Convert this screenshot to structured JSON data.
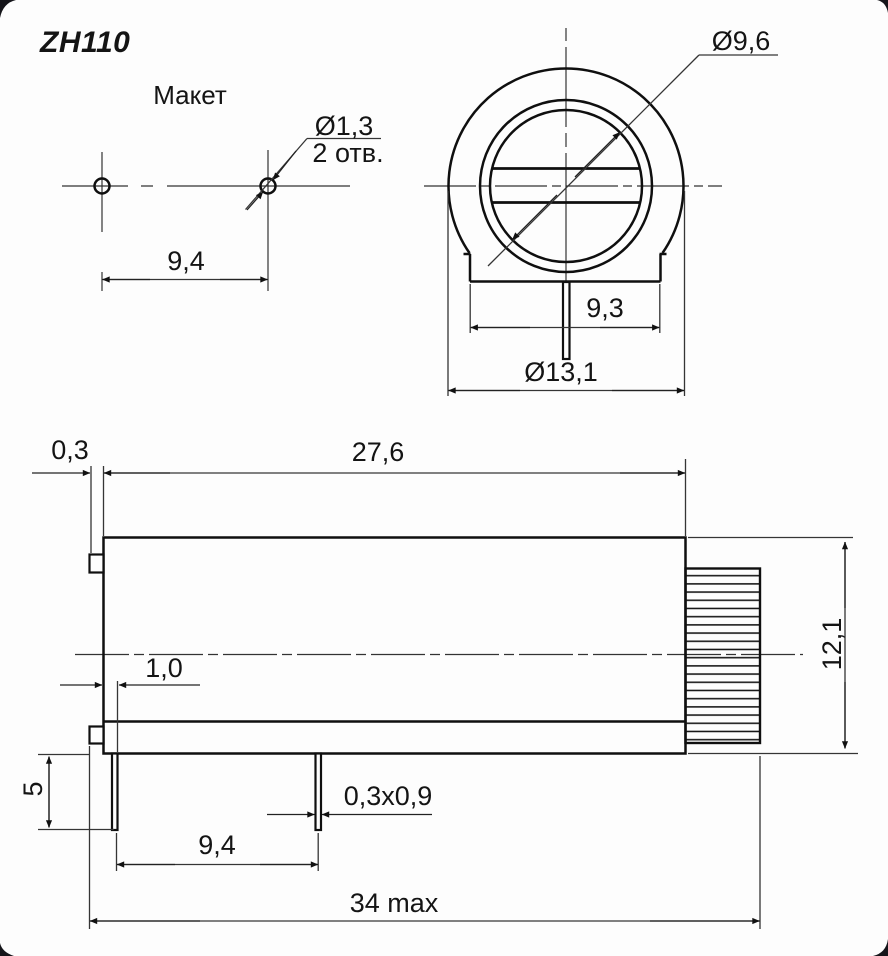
{
  "title": "ZH110",
  "subtitle": "Макет",
  "views": {
    "hole_layout": {
      "spacing": "9,4",
      "hole_dia": "Ø1,3",
      "hole_qty": "2 отв."
    },
    "front": {
      "shaft_dia": "Ø9,6",
      "base_width": "9,3",
      "body_dia": "Ø13,1"
    },
    "side": {
      "tab_depth": "0,3",
      "body_length": "27,6",
      "body_height": "12,1",
      "pin_offset": "1,0",
      "pin_length": "5",
      "pin_pitch": "9,4",
      "pin_section": "0,3x0,9",
      "total_length": "34 max"
    }
  },
  "colors": {
    "line": "#0f0f0f",
    "thin_line": "#353535",
    "background": "#fdfdfd"
  }
}
